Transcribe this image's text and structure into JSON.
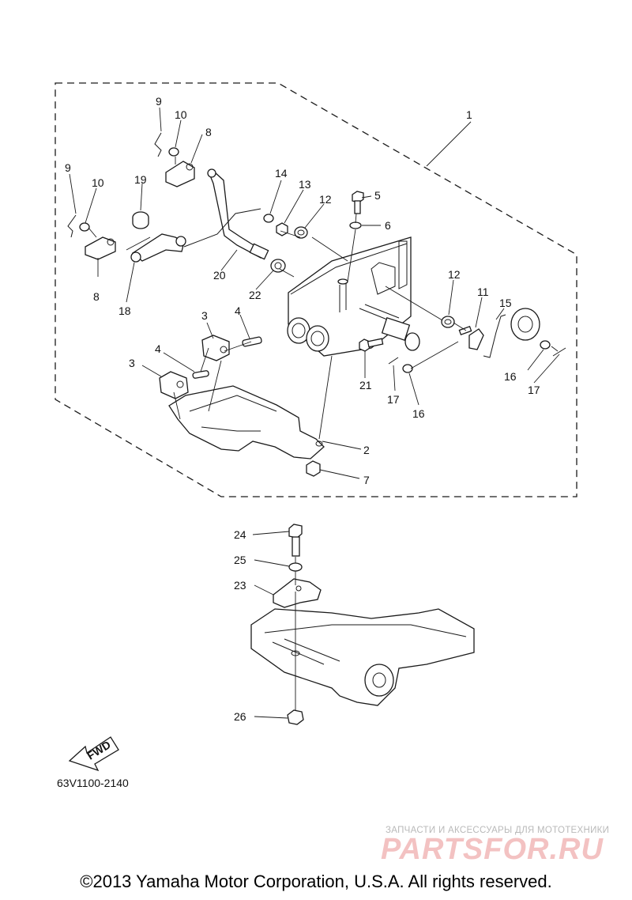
{
  "diagram": {
    "callouts": [
      "1",
      "2",
      "3",
      "3",
      "4",
      "4",
      "5",
      "6",
      "7",
      "8",
      "8",
      "9",
      "9",
      "10",
      "10",
      "11",
      "12",
      "12",
      "13",
      "14",
      "15",
      "16",
      "16",
      "17",
      "17",
      "18",
      "19",
      "20",
      "21",
      "22",
      "23",
      "24",
      "25",
      "26"
    ],
    "fwd_label": "FWD",
    "diagram_code": "63V1100-2140"
  },
  "watermark": {
    "subtitle": "ЗАПЧАСТИ И АКСЕССУАРЫ ДЛЯ МОТОТЕХНИКИ",
    "logo_text": "PARTSFOR.RU"
  },
  "copyright": "©2013 Yamaha Motor Corporation, U.S.A. All rights reserved.",
  "colors": {
    "line": "#1a1a1a",
    "watermark_logo": "#f3c2c2",
    "watermark_text": "#b9b9b9"
  }
}
